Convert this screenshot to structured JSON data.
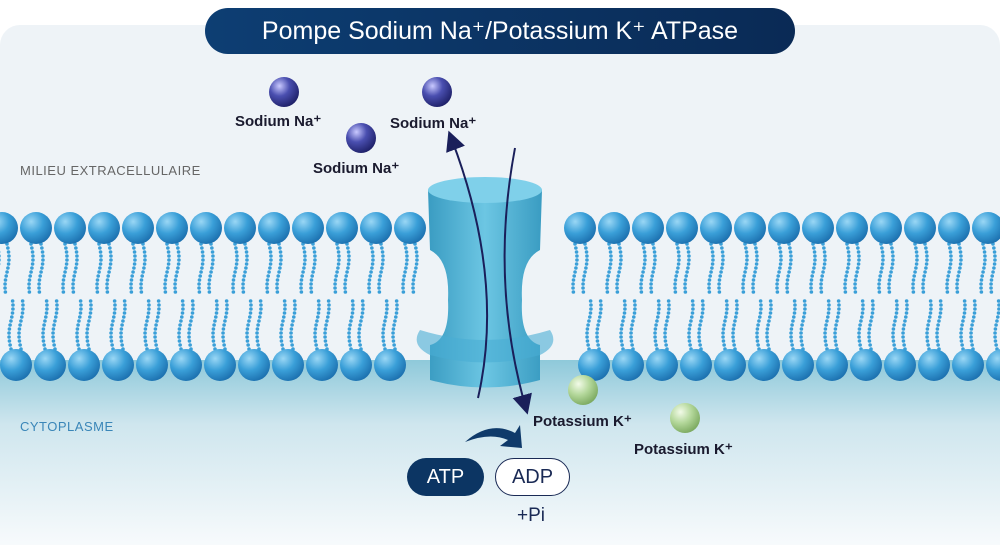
{
  "title": "Pompe Sodium Na⁺/Potassium K⁺ ATPase",
  "zones": {
    "extracellular": "MILIEU EXTRACELLULAIRE",
    "cytoplasm": "CYTOPLASME"
  },
  "ions": {
    "sodium": [
      "Sodium Na⁺",
      "Sodium Na⁺",
      "Sodium Na⁺"
    ],
    "potassium": [
      "Potassium K⁺",
      "Potassium K⁺"
    ]
  },
  "energy": {
    "atp": "ATP",
    "adp": "ADP",
    "pi": "+Pi"
  },
  "colors": {
    "title_bg": "#0b3566",
    "lipid": "#3a9fd8",
    "protein": "#4fb3d6",
    "sodium": "#3b3f9a",
    "potassium": "#a9cf8e",
    "arrow": "#1a1f5a"
  }
}
